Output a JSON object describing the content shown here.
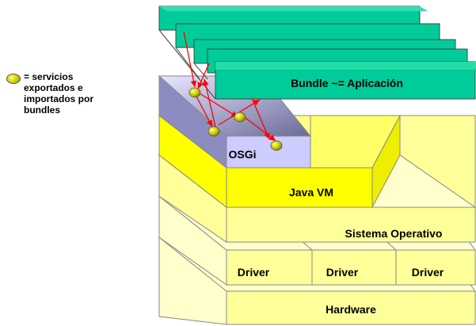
{
  "legend": {
    "text": "= servicios exportados e importados por bundles"
  },
  "layers": {
    "hardware": "Hardware",
    "driver": "Driver",
    "os": "Sistema Operativo",
    "jvm": "Java VM",
    "osgi": "OSGi",
    "bundle": "Bundle ~= Aplicación"
  },
  "colors": {
    "yellow": "#ffff99",
    "strong_yellow": "#ffff00",
    "osgi": "#ccccff",
    "bundle": "#00cc99",
    "arrow": "#ff0000"
  }
}
